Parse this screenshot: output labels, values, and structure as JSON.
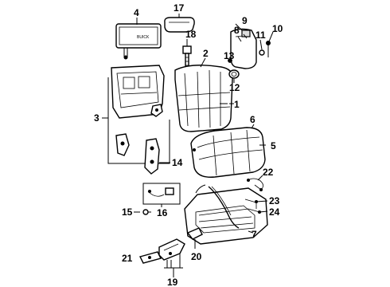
{
  "callouts": {
    "c1": "1",
    "c2": "2",
    "c3": "3",
    "c4": "4",
    "c5": "5",
    "c6": "6",
    "c7": "7",
    "c8": "8",
    "c9": "9",
    "c10": "10",
    "c11": "11",
    "c12": "12",
    "c13": "13",
    "c14": "14",
    "c15": "15",
    "c16": "16",
    "c17": "17",
    "c18": "18",
    "c19": "19",
    "c20": "20",
    "c21": "21",
    "c22": "22",
    "c23": "23",
    "c24": "24"
  },
  "parts": {
    "headrest_panel_label": "BUICK"
  }
}
